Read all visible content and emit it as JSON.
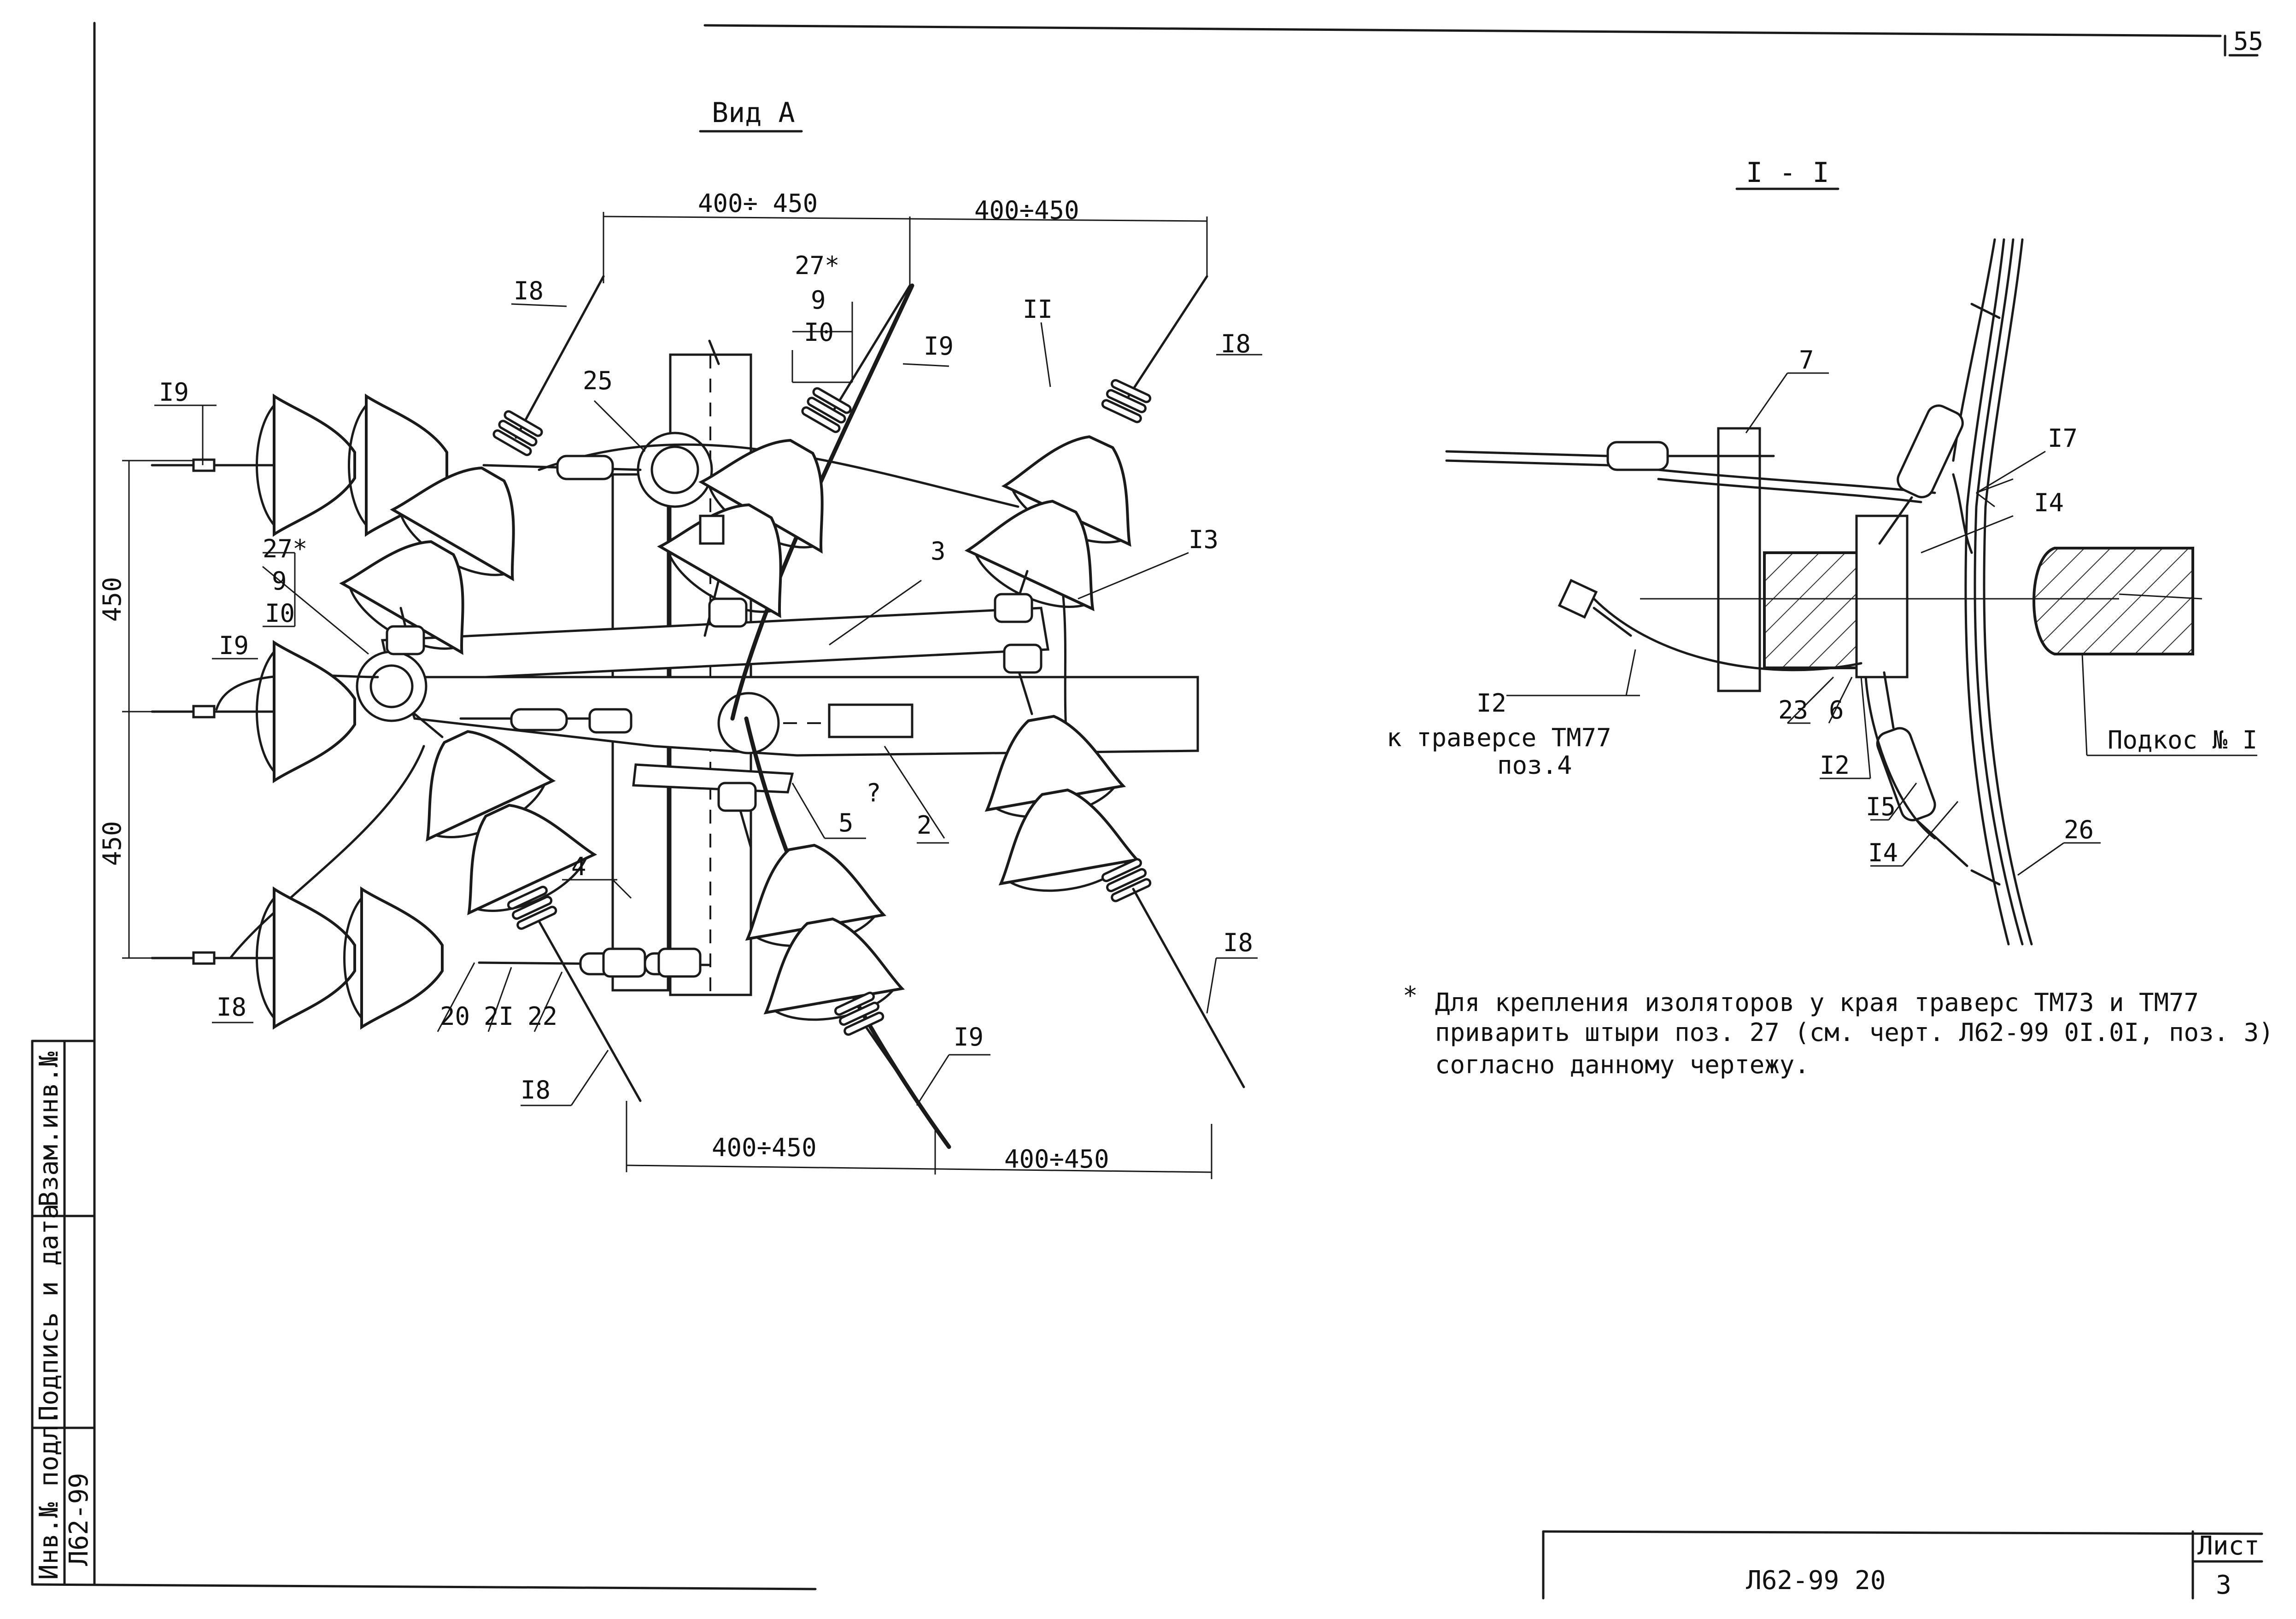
{
  "sheet_no": "55",
  "views": {
    "view_a_title": "Вид А",
    "section_title": "I - I"
  },
  "dimensions": {
    "top_left": "400÷ 450",
    "top_right": "400÷450",
    "bottom_left": "400÷450",
    "bottom_right": "400÷450",
    "vertical_upper": "450",
    "vertical_lower": "450"
  },
  "view_a_labels": {
    "p18_top": "I8",
    "p19_top": "I9",
    "p27_top": "27*",
    "p9_top": "9",
    "p10_top": "I0",
    "p19_mid_top": "I9",
    "p18_top_right": "I8",
    "p11": "II",
    "p25": "25",
    "p19_left": "I9",
    "p27_left": "27*",
    "p9_left": "9",
    "p10_left": "I0",
    "p19_mid_left": "I9",
    "p3": "3",
    "p13": "I3",
    "p5": "5",
    "p2": "2",
    "p4": "4",
    "p18_left": "I8",
    "p20": "20",
    "p21": "2I",
    "p22": "22",
    "p18_bottom": "I8",
    "p19_bottom": "I9",
    "p18_right": "I8",
    "question": "?"
  },
  "section_labels": {
    "p7": "7",
    "p17": "I7",
    "p14_top": "I4",
    "p12_left": "I2",
    "to_traverse": "к траверсе ТМ77",
    "pos4": "поз.4",
    "p23": "23",
    "p6": "6",
    "p12": "I2",
    "p15": "I5",
    "p14_bottom": "I4",
    "p26": "26",
    "brace": "Подкос № I"
  },
  "footnote": {
    "marker": "*",
    "line1": "Для крепления изоляторов у края траверс ТМ73 и ТМ77",
    "line2": "приварить штыри поз. 27 (см. черт. Л62-99 0I.0I, поз. 3)",
    "line3": "согласно данному чертежу."
  },
  "side_stamp": {
    "inv_original": "Инв.№ подл.",
    "signature_date": "Подпись и дата",
    "inv_replace": "Взам.инв.№",
    "doc_code": "Л62-99"
  },
  "title_block": {
    "doc_code": "Л62-99 20",
    "sheet_label": "Лист",
    "sheet_num": "3"
  }
}
